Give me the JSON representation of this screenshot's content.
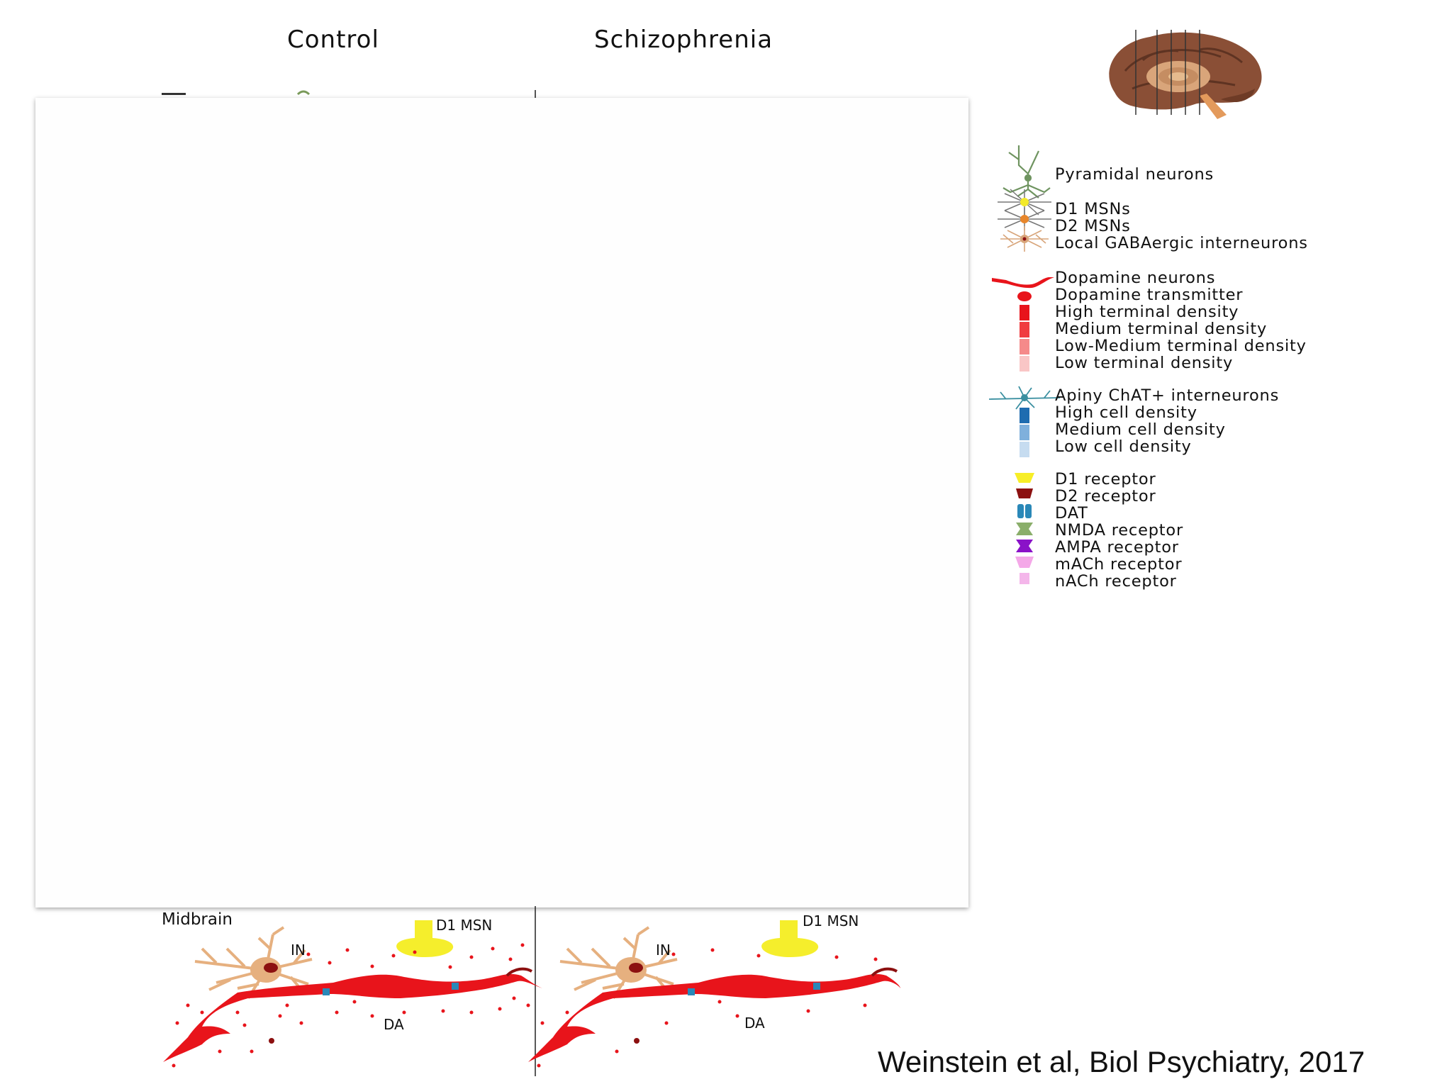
{
  "headers": {
    "control": "Control",
    "schizophrenia": "Schizophrenia"
  },
  "legend": {
    "pyramidal": "Pyramidal neurons",
    "d1_msns": "D1 MSNs",
    "d2_msns": "D2 MSNs",
    "local_gaba": "Local GABAergic interneurons",
    "dopamine_neurons": "Dopamine neurons",
    "dopamine_transmitter": "Dopamine transmitter",
    "high_terminal": "High terminal density",
    "medium_terminal": "Medium terminal density",
    "low_medium_terminal": "Low-Medium terminal density",
    "low_terminal": "Low terminal density",
    "apiny_chat": "Apiny ChAT+ interneurons",
    "high_cell": "High cell density",
    "medium_cell": "Medium cell density",
    "low_cell": "Low cell density",
    "d1_receptor": "D1 receptor",
    "d2_receptor": "D2 receptor",
    "dat": "DAT",
    "nmda": "NMDA receptor",
    "ampa": "AMPA receptor",
    "mach": "mACh receptor",
    "nach": "nACh receptor"
  },
  "colors": {
    "dopamine_red": "#e8141b",
    "d1_yellow": "#f7ee27",
    "d2_darkred": "#8c1010",
    "dat_blue": "#2a88b8",
    "nmda_green": "#8aae6a",
    "ampa_purple": "#8a12c8",
    "mach_pink": "#f4a8e8",
    "nach_pink": "#f4b6ea",
    "interneuron_tan": "#e6b07f",
    "high_cell_blue": "#1e6cb0",
    "medium_cell_blue": "#7fb0dc",
    "low_cell_blue": "#c6dcf0"
  },
  "midbrain": {
    "label": "Midbrain",
    "d1_msn_control": "D1 MSN",
    "d1_msn_schizo": "D1 MSN",
    "in_control": "IN",
    "in_schizo": "IN",
    "da_control": "DA",
    "da_schizo": "DA"
  },
  "citation": "Weinstein et al, Biol Psychiatry, 2017"
}
